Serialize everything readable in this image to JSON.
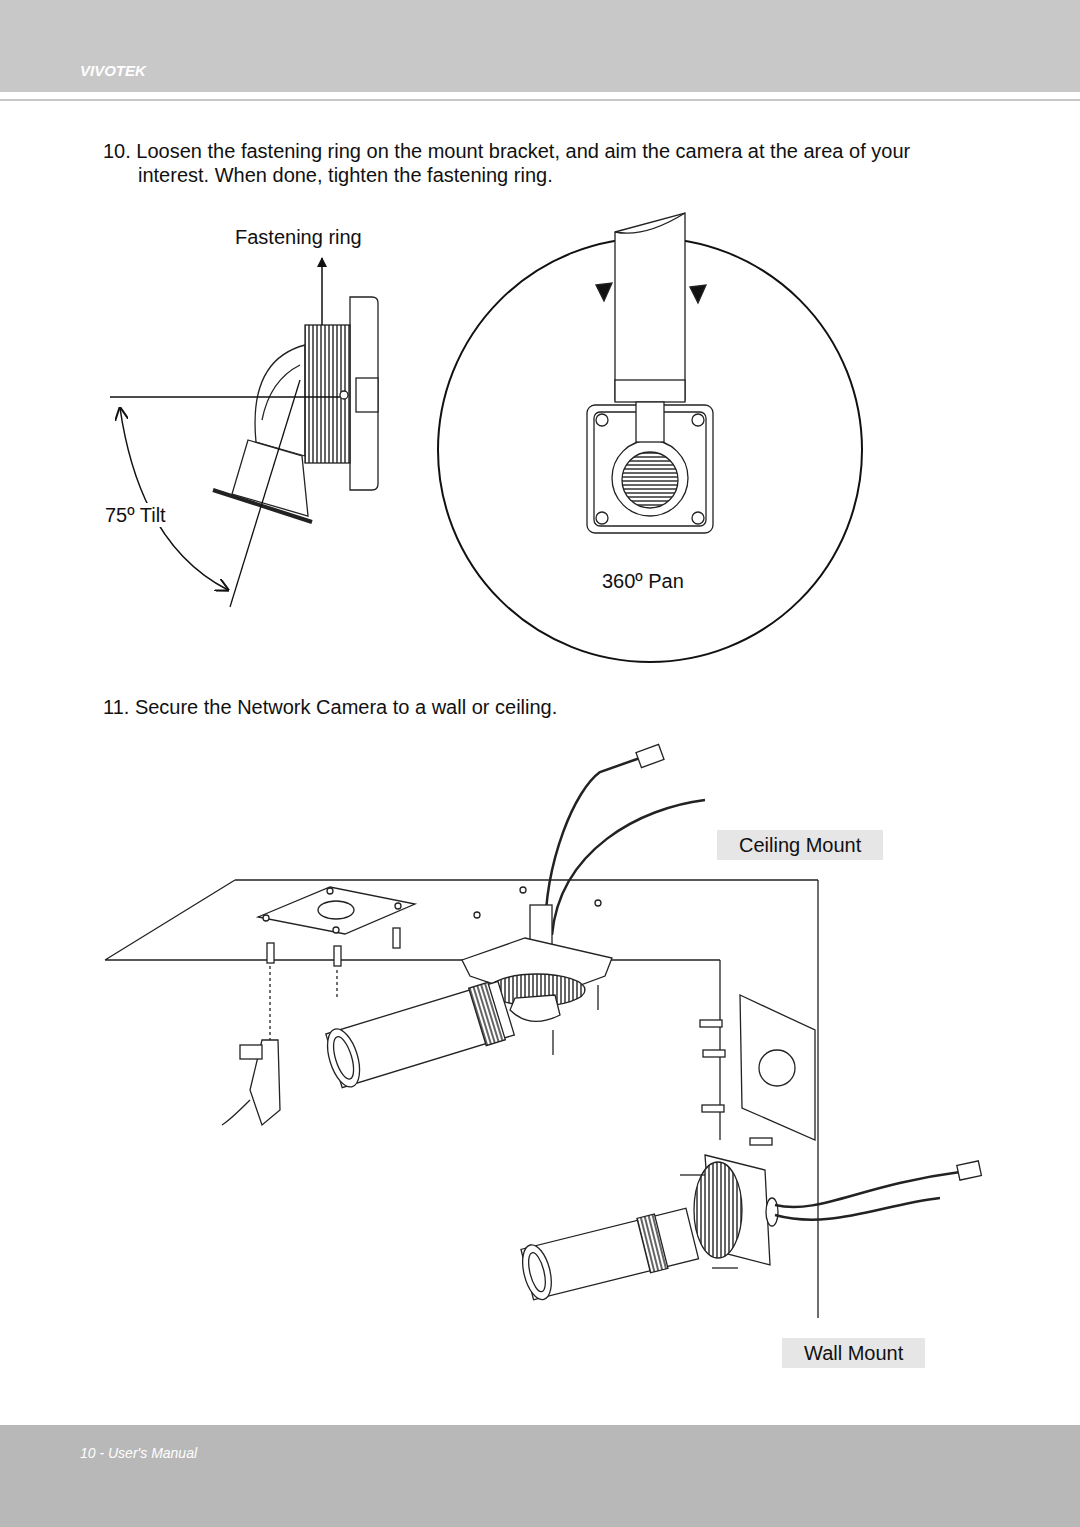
{
  "diagram": {
    "nodes": [
      {
        "text": [
          "VIVOTEK"
        ]
      },
      {
        "text": [
          "Ceiling Mount"
        ]
      },
      {
        "text": [
          "Wall Mount"
        ]
      },
      {
        "text": [
          "10 - User's Manual"
        ]
      }
    ],
    "labels": [
      "10. Loosen the fastening ring on the mount bracket, and aim the camera at the area of your interest. When done, tighten the fastening ring.",
      "Fastening ring",
      "75º Tilt",
      "360º Pan",
      "11. Secure the Network Camera to a wall or ceiling."
    ]
  }
}
